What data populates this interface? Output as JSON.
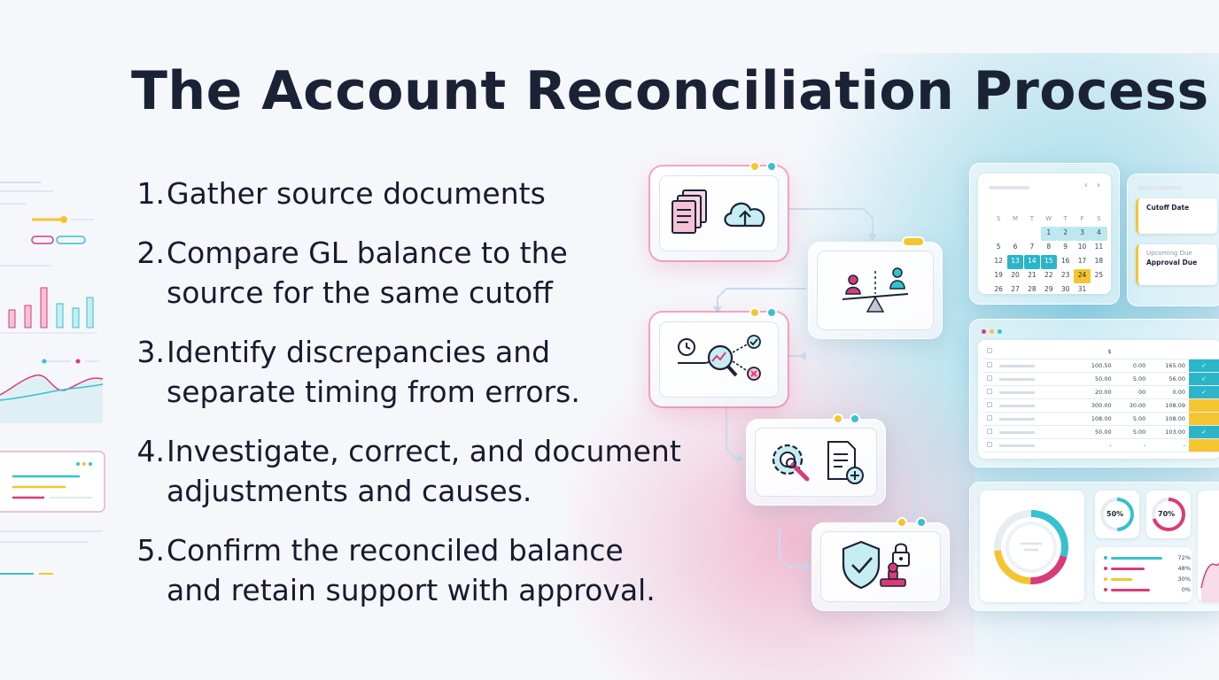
{
  "title": "The Account Reconciliation Process",
  "steps": [
    {
      "num": "1.",
      "lines": [
        "Gather source documents"
      ]
    },
    {
      "num": "2.",
      "lines": [
        "Compare GL balance to the",
        "source for the same cutoff"
      ]
    },
    {
      "num": "3.",
      "lines": [
        "Identify discrepancies and",
        "separate timing from errors."
      ]
    },
    {
      "num": "4.",
      "lines": [
        "Investigate, correct, and document",
        "adjustments and causes."
      ]
    },
    {
      "num": "5.",
      "lines": [
        "Confirm the reconciled balance",
        "and retain support with approval."
      ]
    }
  ],
  "flow_icons": [
    "documents-icon",
    "cloud-upload-icon",
    "balance-scale-icon",
    "magnify-analysis-icon",
    "gear-wrench-icon",
    "document-add-icon",
    "shield-check-icon",
    "padlock-icon",
    "stamp-icon"
  ],
  "calendar": {
    "weekdays": [
      "S",
      "M",
      "T",
      "W",
      "T",
      "F",
      "S"
    ],
    "rows": [
      [
        "",
        "",
        "",
        "1",
        "2",
        "3",
        "4"
      ],
      [
        "5",
        "6",
        "7",
        "8",
        "9",
        "10",
        "11"
      ],
      [
        "12",
        "13",
        "14",
        "15",
        "16",
        "17",
        "18"
      ],
      [
        "19",
        "20",
        "21",
        "22",
        "23",
        "24",
        "25"
      ],
      [
        "26",
        "27",
        "28",
        "29",
        "30",
        "31",
        ""
      ]
    ],
    "highlight": [
      "1",
      "2",
      "3",
      "4"
    ],
    "selected": [
      "13",
      "14",
      "15"
    ],
    "due": [
      "24"
    ]
  },
  "notes": {
    "cutoff": "Cutoff Date",
    "upcoming_label": "Upcoming Due",
    "approval": "Approval Due"
  },
  "table": {
    "header_symbol": "$",
    "rows": [
      {
        "a": "100.50",
        "b": "0.00",
        "c": "165.00",
        "status": "ok"
      },
      {
        "a": "50.00",
        "b": "5.00",
        "c": "56.00",
        "status": "ok"
      },
      {
        "a": "20.00",
        "b": "00",
        "c": "0.00",
        "status": "ok"
      },
      {
        "a": "300.00",
        "b": "30.00",
        "c": "108.09",
        "status": "warn"
      },
      {
        "a": "108.00",
        "b": "5.00",
        "c": "108.00",
        "status": "warn"
      },
      {
        "a": "50.00",
        "b": "5.00",
        "c": "103.00",
        "status": "ok"
      },
      {
        "a": "-",
        "b": "-",
        "c": "-",
        "status": "warn"
      }
    ]
  },
  "gauges": {
    "g1": "50%",
    "g2": "70%"
  },
  "legend": [
    {
      "value": "72%",
      "color": "#36c1cf",
      "fraction": 0.72
    },
    {
      "value": "48%",
      "color": "#d93b7a",
      "fraction": 0.48
    },
    {
      "value": "30%",
      "color": "#f4c531",
      "fraction": 0.3
    },
    {
      "value": "0%",
      "color": "#d93b7a",
      "fraction": 0.55
    }
  ],
  "colors": {
    "teal": "#36c1cf",
    "pink": "#d93b7a",
    "yellow": "#f4c531",
    "navy": "#1b2236"
  }
}
